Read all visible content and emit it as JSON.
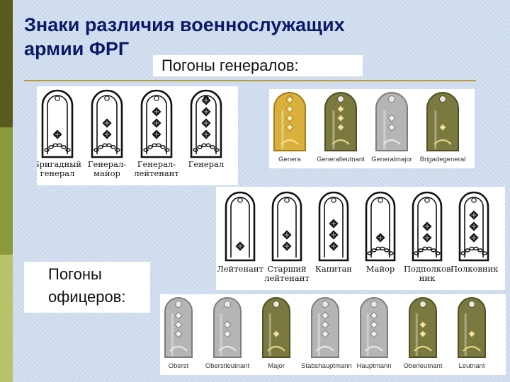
{
  "colors": {
    "sidebar_dark": "#5a5a1e",
    "sidebar_mid": "#8a9a3a",
    "sidebar_light": "#b9c46a",
    "title": "#0b1a66",
    "rule": "#b99d36"
  },
  "title": {
    "line1": "Знаки различия военнослужащих",
    "line2": "армии ФРГ"
  },
  "generals": {
    "heading": "Погоны генералов:",
    "drawings": [
      {
        "label1": "Бригадный",
        "label2": "генерал",
        "stars": 1
      },
      {
        "label1": "Генерал-",
        "label2": "майор",
        "stars": 2
      },
      {
        "label1": "Генерал-",
        "label2": "лейтенант",
        "stars": 3
      },
      {
        "label1": "Генерал",
        "label2": "",
        "stars": 4
      }
    ],
    "photos": [
      {
        "label": "Genera",
        "base": "gold",
        "stars": 4
      },
      {
        "label": "Generalleutnant",
        "base": "olive",
        "stars": 3
      },
      {
        "label": "Generalmajor",
        "base": "silver",
        "stars": 2
      },
      {
        "label": "Brigadegeneral",
        "base": "olive",
        "stars": 1
      }
    ]
  },
  "officers": {
    "heading_line1": "Погоны",
    "heading_line2": "офицеров:",
    "drawings": [
      {
        "label1": "Лейтенант",
        "label2": "",
        "stars": 1,
        "oak": false
      },
      {
        "label1": "Старший",
        "label2": "лейтенант",
        "stars": 2,
        "oak": false
      },
      {
        "label1": "Капитан",
        "label2": "",
        "stars": 3,
        "oak": false
      },
      {
        "label1": "Майор",
        "label2": "",
        "stars": 1,
        "oak": true
      },
      {
        "label1": "Подполков-",
        "label2": "ник",
        "stars": 2,
        "oak": true
      },
      {
        "label1": "Полковник",
        "label2": "",
        "stars": 3,
        "oak": true
      }
    ],
    "photos": [
      {
        "label": "Oberst",
        "base": "silver",
        "stars": 3
      },
      {
        "label": "Oberstleutnant",
        "base": "silver",
        "stars": 2
      },
      {
        "label": "Major",
        "base": "olive",
        "stars": 1
      },
      {
        "label": "Stabshauptmann",
        "base": "silver",
        "stars": 3
      },
      {
        "label": "Hauptmann",
        "base": "silver",
        "stars": 3
      },
      {
        "label": "Oberleutnant",
        "base": "olive",
        "stars": 2
      },
      {
        "label": "Leutnant",
        "base": "olive",
        "stars": 1
      }
    ]
  }
}
